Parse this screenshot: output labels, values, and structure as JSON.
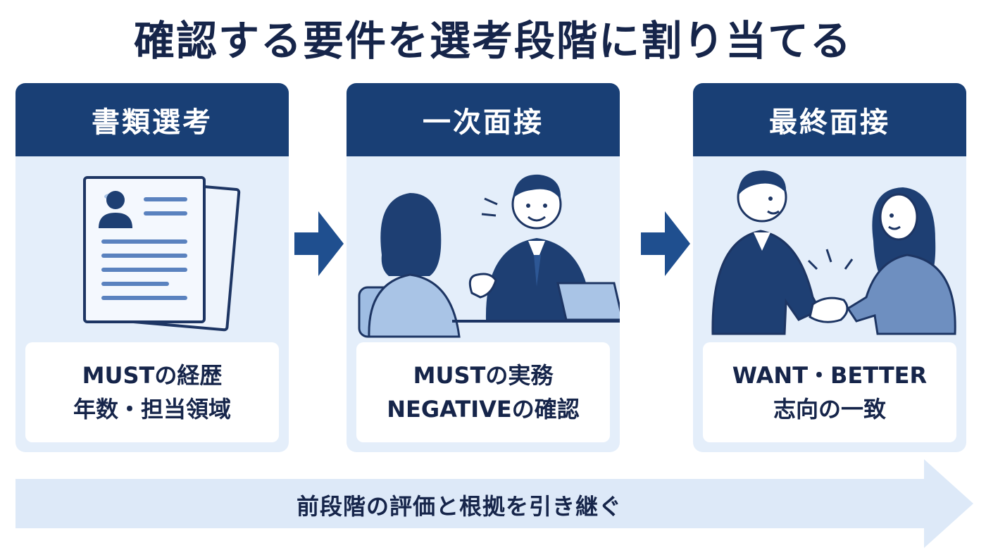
{
  "title": "確認する要件を選考段階に割り当てる",
  "stages": [
    {
      "name": "書類選考",
      "lines": [
        "MUSTの経歴",
        "年数・担当領域"
      ]
    },
    {
      "name": "一次面接",
      "lines": [
        "MUSTの実務",
        "NEGATIVEの確認"
      ]
    },
    {
      "name": "最終面接",
      "lines": [
        "WANT・BETTER",
        "志向の一致"
      ]
    }
  ],
  "flow_note": "前段階の評価と根拠を引き継ぐ",
  "colors": {
    "header": "#193f75",
    "panel": "#e4eefa",
    "arrow": "#1f4f8f",
    "flow": "#dde9f8",
    "text": "#16254a"
  }
}
